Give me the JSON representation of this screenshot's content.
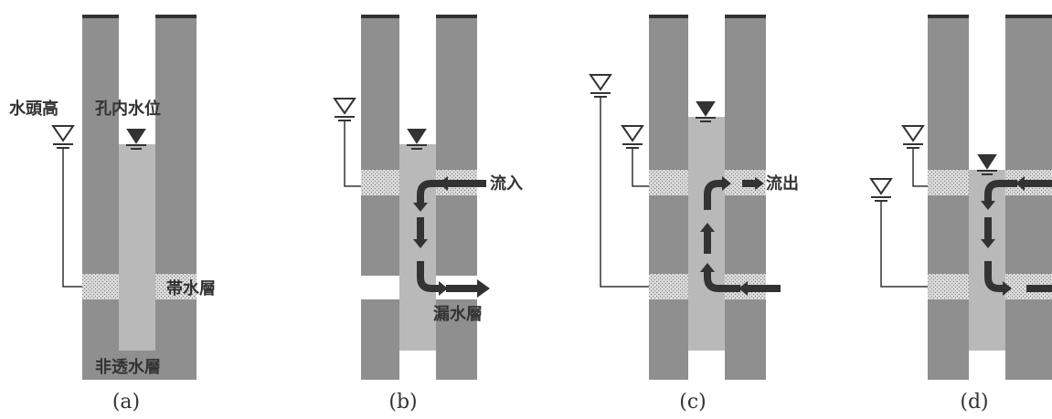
{
  "colors": {
    "impermeable": "#8f8f8f",
    "borehole_water": "#b9b9b9",
    "aquifer_stipple": "#c9c9c9",
    "cap": "#333333",
    "line": "#333333",
    "arrow": "#333333"
  },
  "panels": [
    {
      "caption": "(a)",
      "labels": {
        "head": "水頭高",
        "borehole_level": "孔内水位",
        "aquifer": "帯水層",
        "impermeable": "非透水層"
      }
    },
    {
      "caption": "(b)",
      "labels": {
        "inflow": "流入",
        "leaky_layer": "漏水層"
      }
    },
    {
      "caption": "(c)",
      "labels": {
        "outflow": "流出"
      }
    },
    {
      "caption": "(d)",
      "labels": {}
    }
  ],
  "icons": [
    "water-level-triangle-icon",
    "flow-arrow-icon"
  ]
}
